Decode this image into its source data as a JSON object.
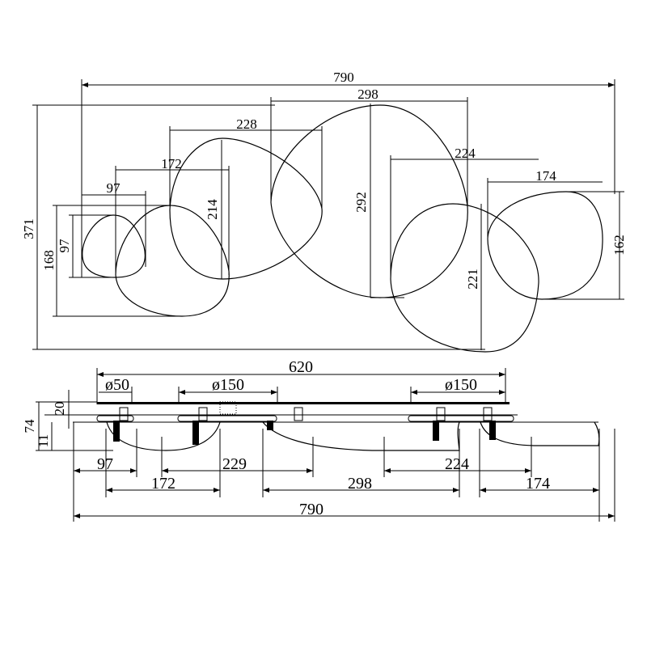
{
  "top_view": {
    "overall_width": "790",
    "overall_height": "371",
    "shades": [
      {
        "width": "97",
        "height": "97"
      },
      {
        "width": "172",
        "height": "168"
      },
      {
        "width": "228",
        "height": "214"
      },
      {
        "width": "298",
        "height": "292"
      },
      {
        "width": "224",
        "height": "221"
      },
      {
        "width": "174",
        "height": "162"
      }
    ]
  },
  "side_view": {
    "plate_length": "620",
    "canopy_small": "ø50",
    "canopy_left": "ø150",
    "canopy_right": "ø150",
    "plate_height": "20",
    "total_height": "74",
    "shade_height": "11",
    "row1": [
      "97",
      "229",
      "224"
    ],
    "row2": [
      "172",
      "298",
      "174"
    ],
    "overall_width": "790"
  }
}
